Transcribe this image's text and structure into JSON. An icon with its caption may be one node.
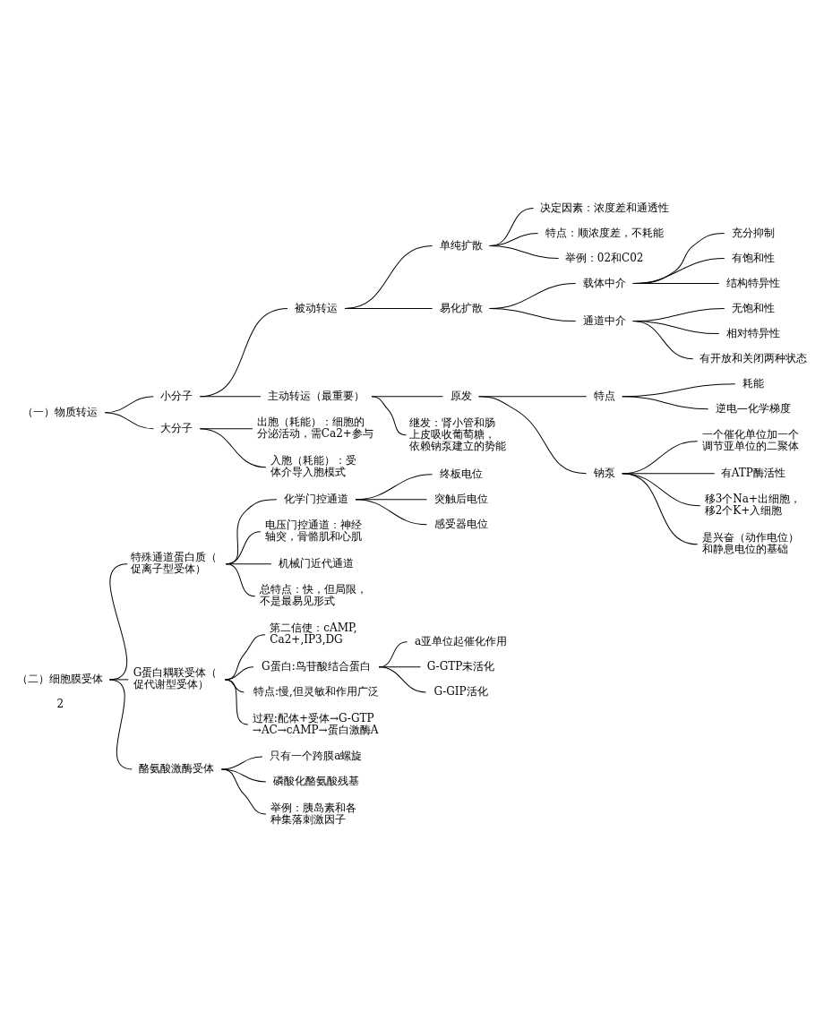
{
  "diagram": {
    "nodes": [
      {
        "text": [
          "（一）物质转运"
        ]
      },
      {
        "text": [
          "小分子"
        ]
      },
      {
        "text": [
          "被动转运"
        ]
      },
      {
        "text": [
          "单纯扩散"
        ]
      },
      {
        "text": [
          "决定因素：浓度差和通透性"
        ]
      },
      {
        "text": [
          "特点：顺浓度差，不耗能"
        ]
      },
      {
        "text": [
          "举例：02和C02"
        ]
      },
      {
        "text": [
          "易化扩散"
        ]
      },
      {
        "text": [
          "载体中介"
        ]
      },
      {
        "text": [
          "充分抑制"
        ]
      },
      {
        "text": [
          "有饱和性"
        ]
      },
      {
        "text": [
          "结构特异性"
        ]
      },
      {
        "text": [
          "通道中介"
        ]
      },
      {
        "text": [
          "无饱和性"
        ]
      },
      {
        "text": [
          "相对特异性"
        ]
      },
      {
        "text": [
          "有开放和关闭两种状态"
        ]
      },
      {
        "text": [
          "主动转运（最重要）"
        ]
      },
      {
        "text": [
          "原发"
        ]
      },
      {
        "text": [
          "特点"
        ]
      },
      {
        "text": [
          "耗能"
        ]
      },
      {
        "text": [
          "逆电—化学梯度"
        ]
      },
      {
        "text": [
          "钠泵"
        ]
      },
      {
        "text": [
          "一个催化单位加一个调节亚单位的二聚体"
        ]
      },
      {
        "text": [
          "有ATP酶活性"
        ]
      },
      {
        "text": [
          "移3个Na+出细胞，移2个K+入细胞"
        ]
      },
      {
        "text": [
          "是兴奋（动作电位）和静息电位的基础"
        ]
      },
      {
        "text": [
          "继发：肾小管和肠上皮吸收葡萄糖，依赖钠泵建立的势能"
        ]
      },
      {
        "text": [
          "大分子"
        ]
      },
      {
        "text": [
          "出胞（耗能）：细胞的分泌活动，需Ca2+参与"
        ]
      },
      {
        "text": [
          "入胞（耗能）：受体介导入胞模式"
        ]
      },
      {
        "text": [
          "（二）细胞膜受体"
        ]
      },
      {
        "text": [
          "特殊通道蛋白质（促离子型受体）"
        ]
      },
      {
        "text": [
          "化学门控通道"
        ]
      },
      {
        "text": [
          "终板电位"
        ]
      },
      {
        "text": [
          "突触后电位"
        ]
      },
      {
        "text": [
          "感受器电位"
        ]
      },
      {
        "text": [
          "电压门控通道：神经轴突，骨骼肌和心肌"
        ]
      },
      {
        "text": [
          "机械门近代通道"
        ]
      },
      {
        "text": [
          "总特点：快，但局限，不是最易见形式"
        ]
      },
      {
        "text": [
          "G蛋白耦联受体（促代谢型受体）"
        ]
      },
      {
        "text": [
          "第二信使：cAMP,Ca2+,IP3,DG"
        ]
      },
      {
        "text": [
          "G蛋白:鸟苷酸结合蛋白"
        ]
      },
      {
        "text": [
          "a亚单位起催化作用"
        ]
      },
      {
        "text": [
          "G-GTP未活化"
        ]
      },
      {
        "text": [
          "G-GIP活化"
        ]
      },
      {
        "text": [
          "特点:慢,但灵敏和作用广泛"
        ]
      },
      {
        "text": [
          "过程:配体+受体→G-GTP→AC→cAMP→蛋白激酶A"
        ]
      },
      {
        "text": [
          "酪氨酸激酶受体"
        ]
      },
      {
        "text": [
          "只有一个跨膜a螺旋"
        ]
      },
      {
        "text": [
          "磷酸化酪氨酸残基"
        ]
      },
      {
        "text": [
          "举例：胰岛素和各种集落刺激因子"
        ]
      }
    ],
    "edges": [
      {
        "from": 0,
        "to": 1,
        "arrow": "none"
      },
      {
        "from": 0,
        "to": 27,
        "arrow": "none"
      },
      {
        "from": 1,
        "to": 2,
        "arrow": "none"
      },
      {
        "from": 1,
        "to": 16,
        "arrow": "none"
      },
      {
        "from": 2,
        "to": 3,
        "arrow": "none"
      },
      {
        "from": 2,
        "to": 7,
        "arrow": "none"
      },
      {
        "from": 3,
        "to": 4,
        "arrow": "none"
      },
      {
        "from": 3,
        "to": 5,
        "arrow": "none"
      },
      {
        "from": 3,
        "to": 6,
        "arrow": "none"
      },
      {
        "from": 7,
        "to": 8,
        "arrow": "none"
      },
      {
        "from": 7,
        "to": 12,
        "arrow": "none"
      },
      {
        "from": 8,
        "to": 9,
        "arrow": "none"
      },
      {
        "from": 8,
        "to": 10,
        "arrow": "none"
      },
      {
        "from": 8,
        "to": 11,
        "arrow": "none"
      },
      {
        "from": 12,
        "to": 13,
        "arrow": "none"
      },
      {
        "from": 12,
        "to": 14,
        "arrow": "none"
      },
      {
        "from": 12,
        "to": 15,
        "arrow": "none"
      },
      {
        "from": 16,
        "to": 17,
        "arrow": "none"
      },
      {
        "from": 16,
        "to": 26,
        "arrow": "none"
      },
      {
        "from": 17,
        "to": 18,
        "arrow": "none"
      },
      {
        "from": 17,
        "to": 21,
        "arrow": "none"
      },
      {
        "from": 18,
        "to": 19,
        "arrow": "none"
      },
      {
        "from": 18,
        "to": 20,
        "arrow": "none"
      },
      {
        "from": 21,
        "to": 22,
        "arrow": "none"
      },
      {
        "from": 21,
        "to": 23,
        "arrow": "none"
      },
      {
        "from": 21,
        "to": 24,
        "arrow": "none"
      },
      {
        "from": 21,
        "to": 25,
        "arrow": "none"
      },
      {
        "from": 27,
        "to": 28,
        "arrow": "none"
      },
      {
        "from": 27,
        "to": 29,
        "arrow": "none"
      },
      {
        "from": 30,
        "to": 31,
        "arrow": "none"
      },
      {
        "from": 30,
        "to": 39,
        "arrow": "none"
      },
      {
        "from": 30,
        "to": 47,
        "arrow": "none"
      },
      {
        "from": 31,
        "to": 32,
        "arrow": "none"
      },
      {
        "from": 31,
        "to": 36,
        "arrow": "none"
      },
      {
        "from": 31,
        "to": 37,
        "arrow": "none"
      },
      {
        "from": 31,
        "to": 38,
        "arrow": "none"
      },
      {
        "from": 32,
        "to": 33,
        "arrow": "none"
      },
      {
        "from": 32,
        "to": 34,
        "arrow": "none"
      },
      {
        "from": 32,
        "to": 35,
        "arrow": "none"
      },
      {
        "from": 39,
        "to": 40,
        "arrow": "none"
      },
      {
        "from": 39,
        "to": 41,
        "arrow": "none"
      },
      {
        "from": 39,
        "to": 45,
        "arrow": "none"
      },
      {
        "from": 39,
        "to": 46,
        "arrow": "none"
      },
      {
        "from": 41,
        "to": 42,
        "arrow": "none"
      },
      {
        "from": 41,
        "to": 43,
        "arrow": "none"
      },
      {
        "from": 41,
        "to": 44,
        "arrow": "none"
      },
      {
        "from": 47,
        "to": 48,
        "arrow": "none"
      },
      {
        "from": 47,
        "to": 49,
        "arrow": "none"
      },
      {
        "from": 47,
        "to": 50,
        "arrow": "none"
      }
    ],
    "labels": [
      "2"
    ]
  }
}
